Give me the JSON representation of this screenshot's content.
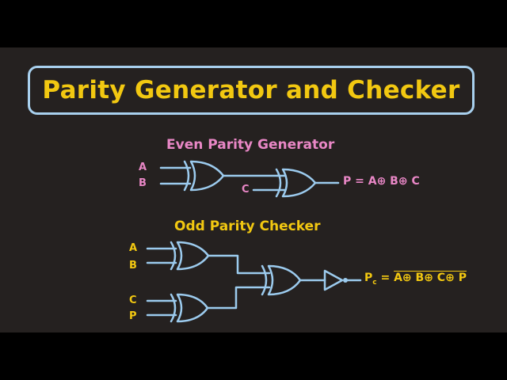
{
  "title": "Parity Generator and Checker",
  "colors": {
    "background": "#252120",
    "letterbox": "#000000",
    "title_border": "#a8d0ee",
    "title_text": "#f2c811",
    "wire": "#9ccbee",
    "generator_text": "#e987c6",
    "checker_text": "#f2c811"
  },
  "even_generator": {
    "heading": "Even Parity Generator",
    "inputs": [
      "A",
      "B",
      "C"
    ],
    "gates": [
      "XOR",
      "XOR"
    ],
    "output_expression": "P = A⊕ B⊕ C"
  },
  "odd_checker": {
    "heading": "Odd Parity Checker",
    "inputs": [
      "A",
      "B",
      "C",
      "P"
    ],
    "gates": [
      "XOR",
      "XOR",
      "XOR",
      "NOT"
    ],
    "output_lhs": "P",
    "output_sub": "c",
    "output_eq": " = ",
    "output_rhs": "A⊕ B⊕ C⊕ P"
  }
}
